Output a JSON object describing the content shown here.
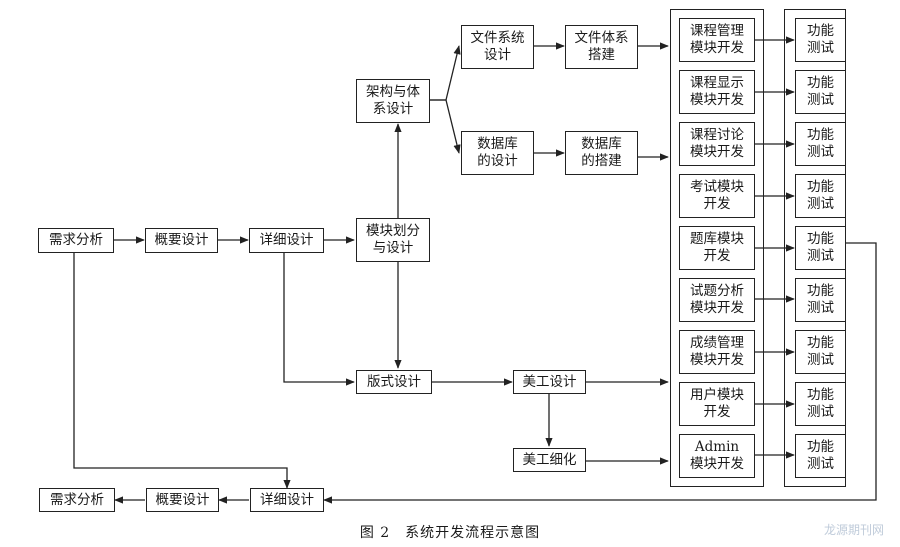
{
  "diagram": {
    "caption": "图 2　系统开发流程示意图",
    "watermark": "龙源期刊网",
    "colors": {
      "line": "#222222",
      "box_border": "#222222",
      "background": "#ffffff"
    },
    "nodes": {
      "req1": "需求分析",
      "overview1": "概要设计",
      "detail1": "详细设计",
      "module_design": "模块划分\n与设计",
      "arch": "架构与体\n系设计",
      "fs_design": "文件系统\n设计",
      "fs_build": "文件体系\n搭建",
      "db_design": "数据库\n的设计",
      "db_build": "数据库\n的搭建",
      "layout": "版式设计",
      "art_design": "美工设计",
      "art_refine": "美工细化",
      "m1": "课程管理\n模块开发",
      "m2": "课程显示\n模块开发",
      "m3": "课程讨论\n模块开发",
      "m4": "考试模块\n开发",
      "m5": "题库模块\n开发",
      "m6": "试题分析\n模块开发",
      "m7": "成绩管理\n模块开发",
      "m8": "用户模块\n开发",
      "m9": "Admin\n模块开发",
      "t1": "功能\n测试",
      "t2": "功能\n测试",
      "t3": "功能\n测试",
      "t4": "功能\n测试",
      "t5": "功能\n测试",
      "t6": "功能\n测试",
      "t7": "功能\n测试",
      "t8": "功能\n测试",
      "t9": "功能\n测试",
      "req2": "需求分析",
      "overview2": "概要设计",
      "detail2": "详细设计"
    }
  }
}
